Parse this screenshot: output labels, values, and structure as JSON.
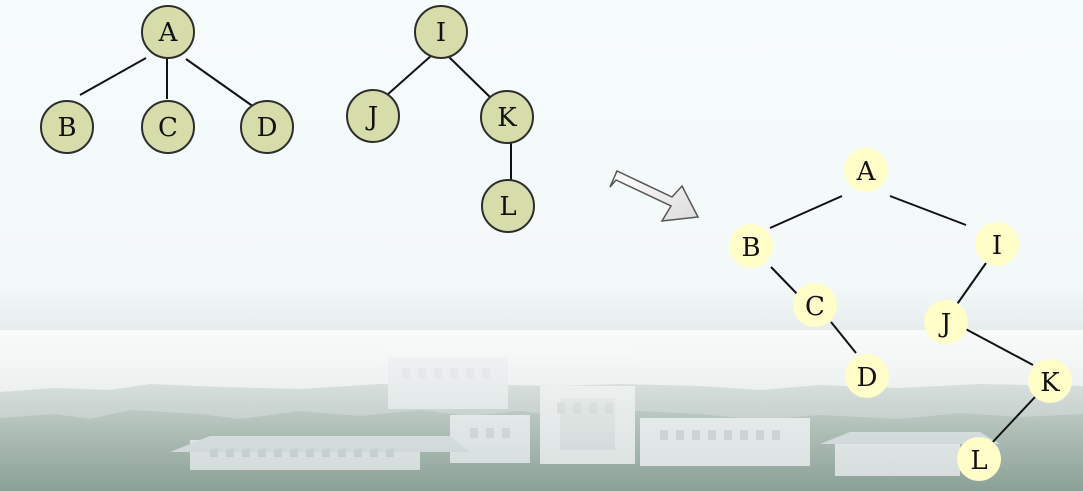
{
  "colors": {
    "background_top": "#f6fbfc",
    "background_bottom": "#b9c7c4",
    "source_node_fill": "#d6ddaa",
    "source_node_stroke": "#2d2d2d",
    "target_node_fill": "#fffdc8",
    "edge": "#111111",
    "arrow_fill": "#efefef",
    "arrow_stroke": "#555555"
  },
  "diagram": {
    "forest": [
      {
        "root": "A",
        "children": [
          "B",
          "C",
          "D"
        ]
      },
      {
        "root": "I",
        "children": [
          {
            "label": "J",
            "children": []
          },
          {
            "label": "K",
            "children": [
              "L"
            ]
          }
        ]
      }
    ],
    "binary_tree": {
      "root": "A",
      "left": {
        "label": "B",
        "right": {
          "label": "C",
          "right": {
            "label": "D"
          }
        }
      },
      "right": {
        "label": "I",
        "left": {
          "label": "J",
          "right": {
            "label": "K",
            "left": {
              "label": "L"
            }
          }
        }
      }
    }
  },
  "labels": {
    "A": "A",
    "B": "B",
    "C": "C",
    "D": "D",
    "I": "I",
    "J": "J",
    "K": "K",
    "L": "L"
  }
}
